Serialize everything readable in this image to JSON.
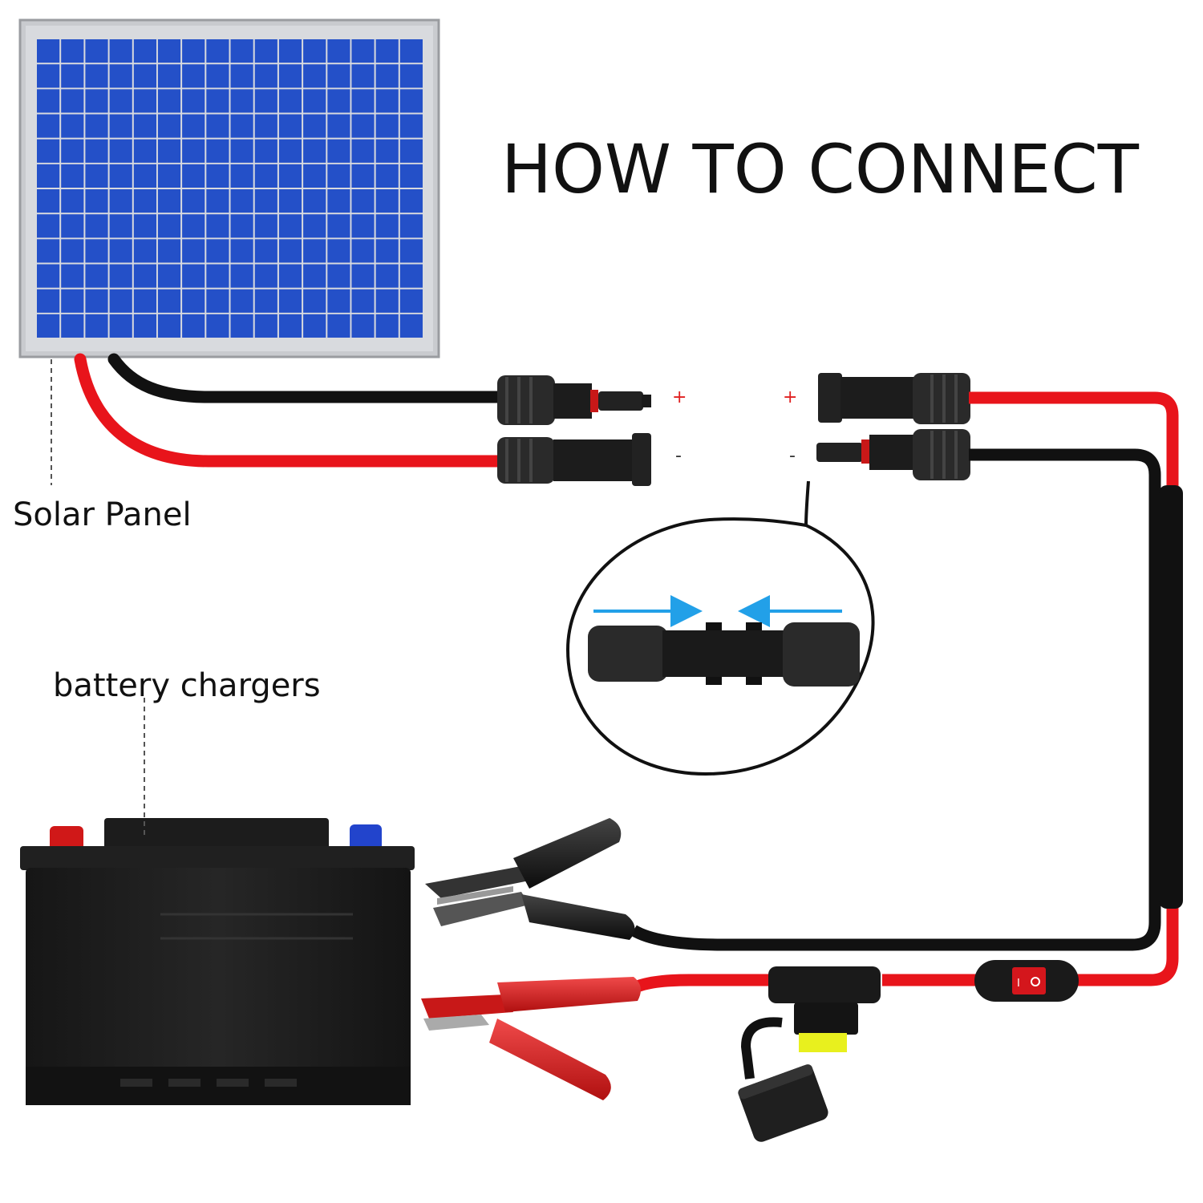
{
  "title": "HOW TO CONNECT",
  "labels": {
    "solar_panel": "Solar Panel",
    "battery_chargers": "battery chargers"
  },
  "polarity": {
    "left_plus": "+",
    "left_minus": "-",
    "right_plus": "+",
    "right_minus": "-"
  },
  "colors": {
    "panel_blue": "#2450c8",
    "panel_frame": "#c9cbcf",
    "wire_red": "#e8141b",
    "wire_black": "#111111",
    "arrow_blue": "#22a0e8",
    "fuse_yellow": "#e8f01e"
  },
  "icons": [
    "solar-panel-icon",
    "mc4-connector-icon",
    "battery-icon",
    "alligator-clip-icon",
    "fuse-holder-icon",
    "rocker-switch-icon"
  ]
}
